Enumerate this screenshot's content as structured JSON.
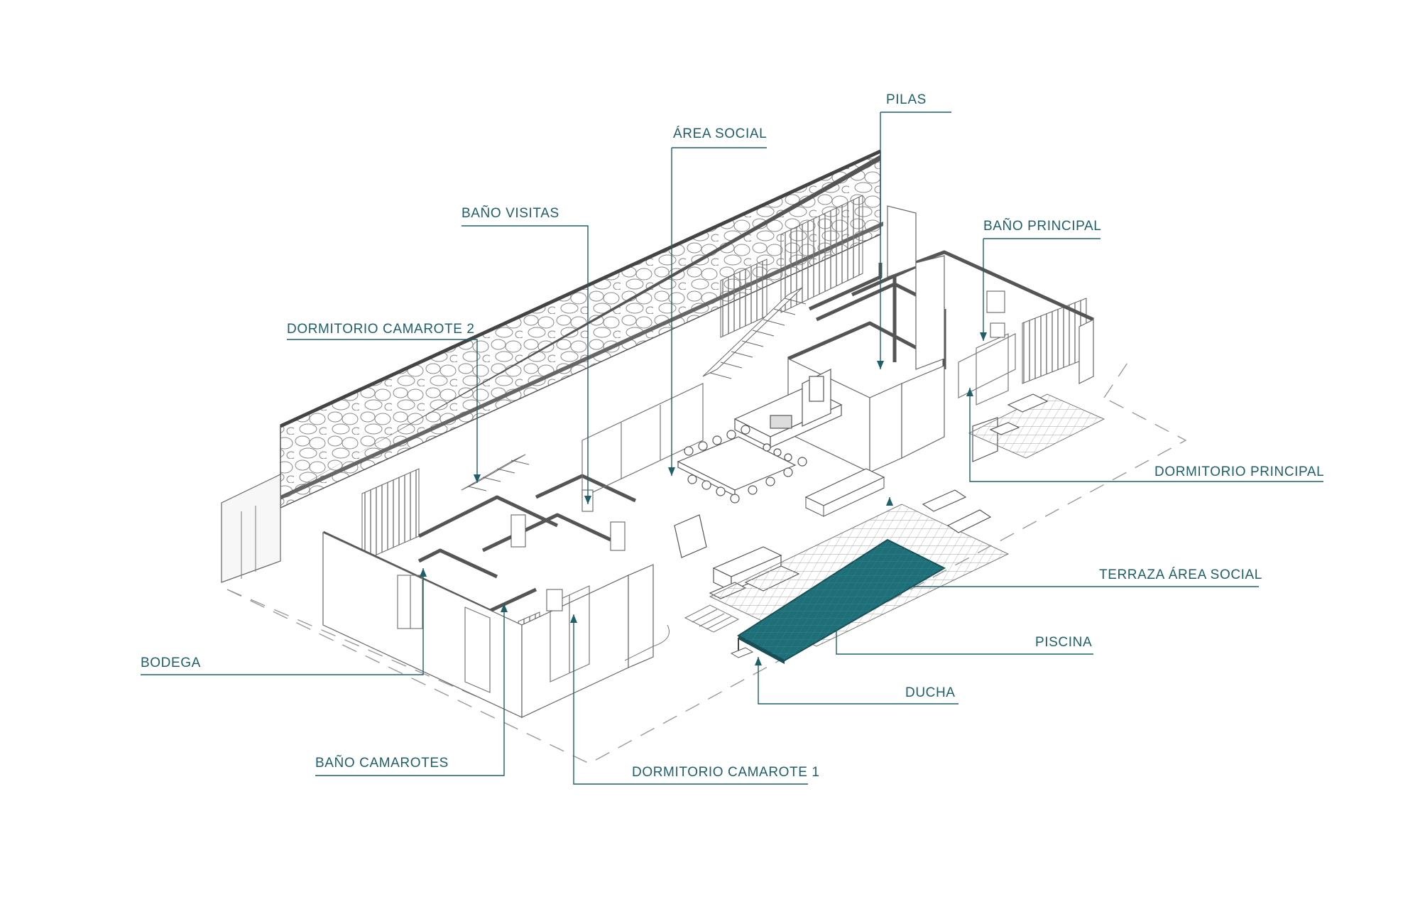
{
  "labels": {
    "pilas": "PILAS",
    "area_social": "ÁREA SOCIAL",
    "bano_visitas": "BAÑO VISITAS",
    "bano_principal": "BAÑO PRINCIPAL",
    "dormitorio_camarote_2": "DORMITORIO CAMAROTE 2",
    "dormitorio_principal": "DORMITORIO PRINCIPAL",
    "terraza_area_social": "TERRAZA ÁREA SOCIAL",
    "piscina": "PISCINA",
    "bodega": "BODEGA",
    "ducha": "DUCHA",
    "bano_camarotes": "BAÑO CAMAROTES",
    "dormitorio_camarote_1": "DORMITORIO CAMAROTE 1"
  },
  "colors": {
    "accent": "#1f5f6a",
    "pool": "#1f6f78",
    "line": "#4a4a4a",
    "wall": "#555555"
  }
}
